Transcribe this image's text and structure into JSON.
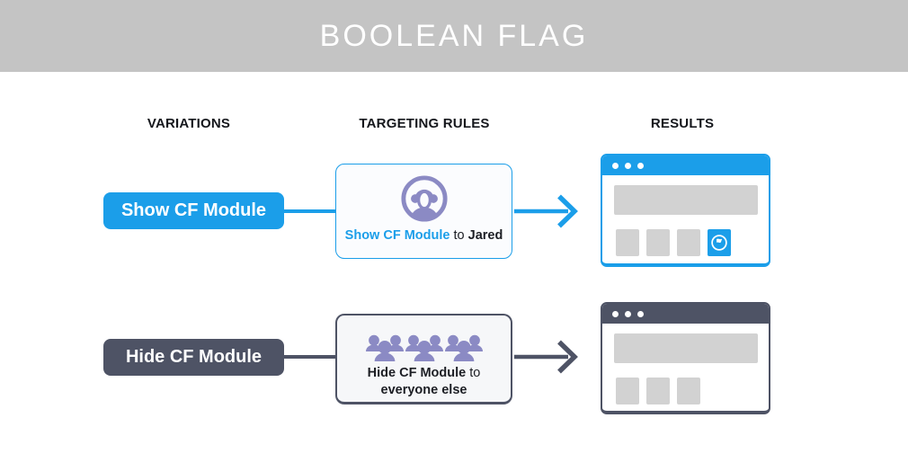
{
  "banner": {
    "title": "BOOLEAN FLAG"
  },
  "columns": {
    "variations": "VARIATIONS",
    "targeting": "TARGETING RULES",
    "results": "RESULTS"
  },
  "colors": {
    "banner_bg": "#c4c4c4",
    "blue": "#1b9ee9",
    "slate": "#4e5365",
    "purple": "#8b8ac4",
    "placeholder_gray": "#d2d2d2",
    "card_show_bg": "#fbfcfe",
    "card_hide_bg": "#f6f7f9",
    "text_dark": "#1c1e24"
  },
  "icons": {
    "show_rule": "user-avatar-icon",
    "hide_rule": "crowd-icon",
    "result_module": "flag-icon",
    "window_controls": "window-dots-icon"
  },
  "rows": [
    {
      "variation": "Show CF Module",
      "rule": {
        "flag": "Show CF Module",
        "connector": "to",
        "audience": "Jared"
      },
      "result": {
        "shows_module": true
      }
    },
    {
      "variation": "Hide CF Module",
      "rule": {
        "flag": "Hide CF Module",
        "connector": "to",
        "audience": "everyone else"
      },
      "result": {
        "shows_module": false
      }
    }
  ]
}
